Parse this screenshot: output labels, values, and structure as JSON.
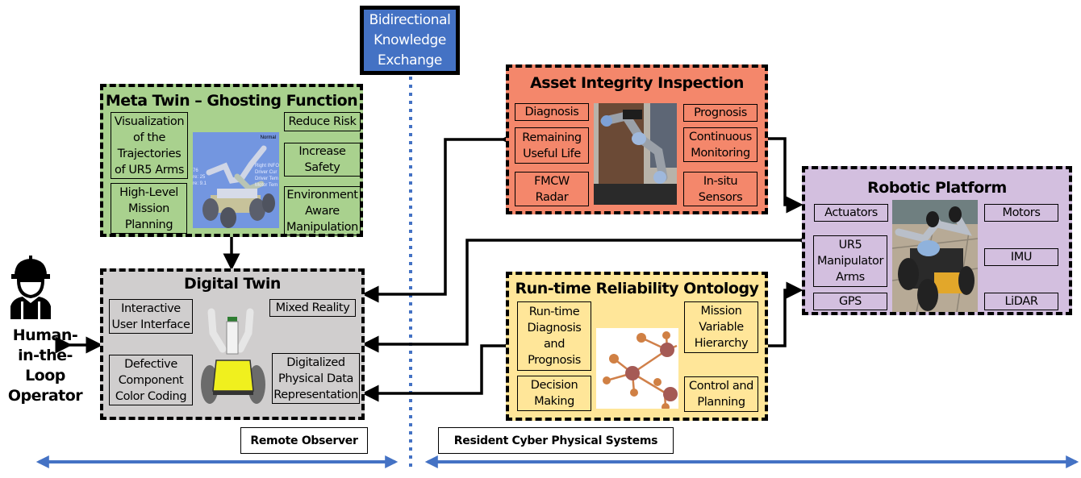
{
  "exchange": {
    "label": "Bidirectional\nKnowledge\nExchange",
    "color": "#4472c4"
  },
  "operator": {
    "label": "Human-\nin-the-\nLoop\nOperator",
    "icon": "worker-helmet-icon"
  },
  "meta_twin": {
    "title": "Meta Twin – Ghosting Function",
    "color": "#a9d18e",
    "left_items": [
      "Visualization\nof the\nTrajectories\nof UR5 Arms",
      "High-Level\nMission\nPlanning"
    ],
    "right_items": [
      "Reduce Risk",
      "Increase\nSafety",
      "Environment\nAware\nManipulation"
    ],
    "image_overlay": {
      "status": "Normal",
      "right_lines": [
        "Right INFO",
        "Driver Cur",
        "Driver Tem",
        "Motor Tem"
      ],
      "left_lines": [
        "76",
        "re: 25",
        "re: 9.1"
      ]
    }
  },
  "digital_twin": {
    "title": "Digital Twin",
    "color": "#d0cece",
    "left_items": [
      "Interactive\nUser Interface",
      "Defective\nComponent\nColor Coding"
    ],
    "right_items": [
      "Mixed Reality",
      "Digitalized\nPhysical Data\nRepresentation"
    ]
  },
  "asset_integrity": {
    "title": "Asset Integrity Inspection",
    "color": "#f4876b",
    "left_items": [
      "Diagnosis",
      "Remaining\nUseful Life",
      "FMCW\nRadar"
    ],
    "right_items": [
      "Prognosis",
      "Continuous\nMonitoring",
      "In-situ\nSensors"
    ]
  },
  "ontology": {
    "title": "Run-time Reliability Ontology",
    "color": "#ffe699",
    "left_items": [
      "Run-time\nDiagnosis\nand\nPrognosis",
      "Decision\nMaking"
    ],
    "right_items": [
      "Mission\nVariable\nHierarchy",
      "Control and\nPlanning"
    ]
  },
  "robotic_platform": {
    "title": "Robotic Platform",
    "color": "#d3bfdf",
    "left_items": [
      "Actuators",
      "UR5\nManipulator\nArms",
      "GPS"
    ],
    "right_items": [
      "Motors",
      "IMU",
      "LiDAR"
    ]
  },
  "bottom": {
    "remote_label": "Remote Observer",
    "resident_label": "Resident Cyber Physical Systems",
    "arrow_color": "#4472c4"
  }
}
